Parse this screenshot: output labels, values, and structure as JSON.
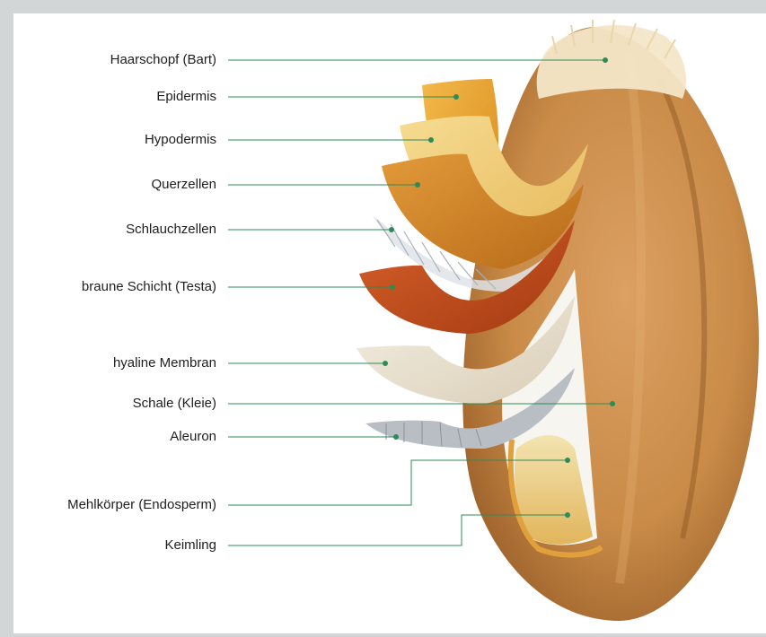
{
  "diagram": {
    "labels": {
      "haarschopf": "Haarschopf (Bart)",
      "epidermis": "Epidermis",
      "hypodermis": "Hypodermis",
      "querzellen": "Querzellen",
      "schlauchzellen": "Schlauchzellen",
      "testa": "braune Schicht (Testa)",
      "hyaline": "hyaline Membran",
      "schale": "Schale (Kleie)",
      "aleuron": "Aleuron",
      "mehlkoerper": "Mehlkörper (Endosperm)",
      "keimling": "Keimling"
    },
    "colors": {
      "leader_line": "#2e8b57",
      "frame": "#d3d6d6",
      "grain": "#c98b47",
      "epidermis": "#e8a630",
      "hypodermis": "#f0d07a",
      "querzellen": "#d6882a",
      "testa": "#c5501e",
      "hyaline": "#ece4d2",
      "aleuron": "#a3a8ad"
    }
  }
}
